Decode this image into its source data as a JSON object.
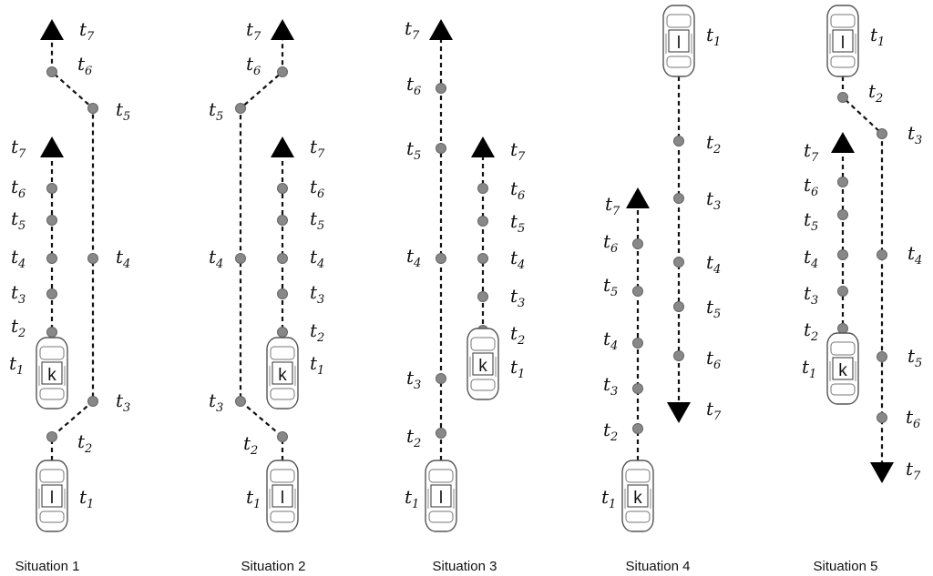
{
  "time_prefix": "t",
  "captions": [
    "Situation 1",
    "Situation 2",
    "Situation 3",
    "Situation 4",
    "Situation 5"
  ],
  "car_labels": {
    "k": "k",
    "l": "l"
  },
  "situations": [
    {
      "caption": "Situation 1",
      "vehicles": [
        {
          "car": "k",
          "steps": [
            "1",
            "2",
            "3",
            "4",
            "5",
            "6",
            "7"
          ]
        },
        {
          "car": "l",
          "steps": [
            "1",
            "2",
            "3",
            "4",
            "5",
            "6",
            "7"
          ]
        }
      ]
    },
    {
      "caption": "Situation 2",
      "vehicles": [
        {
          "car": "k",
          "steps": [
            "1",
            "2",
            "3",
            "4",
            "5",
            "6",
            "7"
          ]
        },
        {
          "car": "l",
          "steps": [
            "1",
            "2",
            "3",
            "4",
            "5",
            "6",
            "7"
          ]
        }
      ]
    },
    {
      "caption": "Situation 3",
      "vehicles": [
        {
          "car": "k",
          "steps": [
            "1",
            "2",
            "3",
            "4",
            "5",
            "6",
            "7"
          ]
        },
        {
          "car": "l",
          "steps": [
            "1",
            "2",
            "3",
            "4",
            "5",
            "6",
            "7"
          ]
        }
      ]
    },
    {
      "caption": "Situation 4",
      "vehicles": [
        {
          "car": "k",
          "steps": [
            "1",
            "2",
            "3",
            "4",
            "5",
            "6",
            "7"
          ]
        },
        {
          "car": "l",
          "steps": [
            "1",
            "2",
            "3",
            "4",
            "5",
            "6",
            "7"
          ]
        }
      ]
    },
    {
      "caption": "Situation 5",
      "vehicles": [
        {
          "car": "k",
          "steps": [
            "1",
            "2",
            "3",
            "4",
            "5",
            "6",
            "7"
          ]
        },
        {
          "car": "l",
          "steps": [
            "1",
            "2",
            "3",
            "4",
            "5",
            "6",
            "7"
          ]
        }
      ]
    }
  ]
}
